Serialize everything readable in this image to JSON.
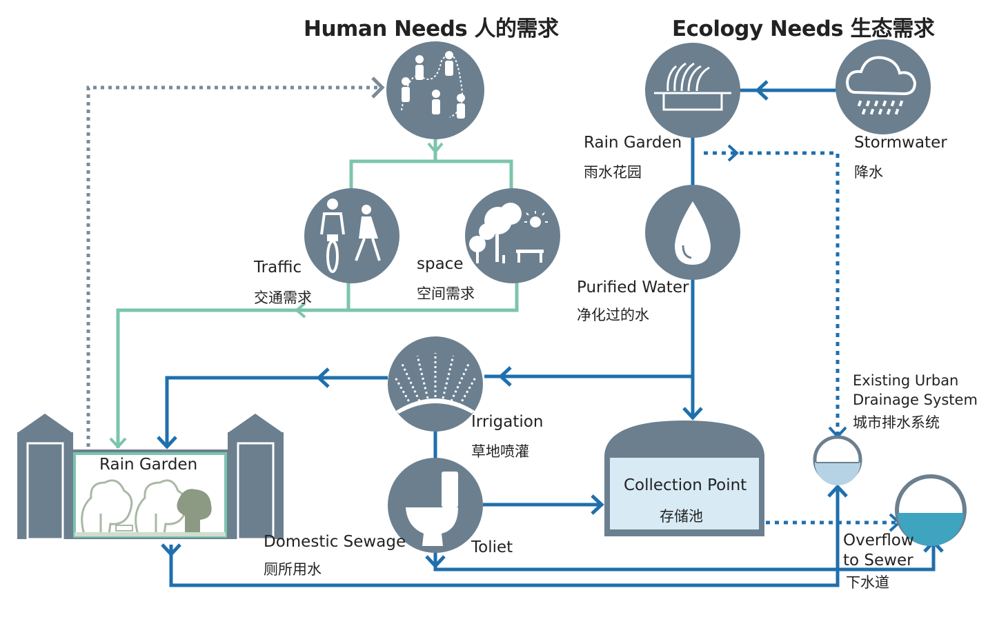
{
  "headings": {
    "human": "Human Needs 人的需求",
    "ecology": "Ecology Needs 生态需求"
  },
  "nodes": {
    "people": {
      "icon": "people-path-icon"
    },
    "traffic": {
      "icon": "bike-walker-icon",
      "en": "Traffic",
      "cn": "交通需求"
    },
    "space": {
      "icon": "tree-bench-icon",
      "en": "space",
      "cn": "空间需求"
    },
    "rain_garden_top": {
      "icon": "rain-garden-icon",
      "en": "Rain Garden",
      "cn": "雨水花园"
    },
    "stormwater": {
      "icon": "rain-cloud-icon",
      "en": "Stormwater",
      "cn": "降水"
    },
    "purified": {
      "icon": "water-drop-icon",
      "en": "Purified Water",
      "cn": "净化过的水"
    },
    "irrigation": {
      "icon": "sprinkler-icon",
      "en": "Irrigation",
      "cn": "草地喷灌"
    },
    "toilet": {
      "icon": "toilet-icon",
      "en": "Toliet"
    },
    "collection": {
      "en": "Collection Point",
      "cn": "存储池"
    },
    "drainage": {
      "l1": "Existing Urban",
      "l2": "Drainage System",
      "cn": "城市排水系统"
    },
    "sewer": {
      "l1": "Overflow",
      "l2": "to Sewer",
      "cn": "下水道"
    },
    "domestic": {
      "en": "Domestic Sewage",
      "cn": "厕所用水"
    },
    "rain_garden_bottom": {
      "en": "Rain Garden"
    }
  },
  "colors": {
    "node": "#6b7f8f",
    "blue": "#1f6fad",
    "green": "#7cc4ad",
    "dotted": "#7b8a98",
    "tank_fill": "#d8ebf5",
    "water": "#3fa4c0"
  }
}
